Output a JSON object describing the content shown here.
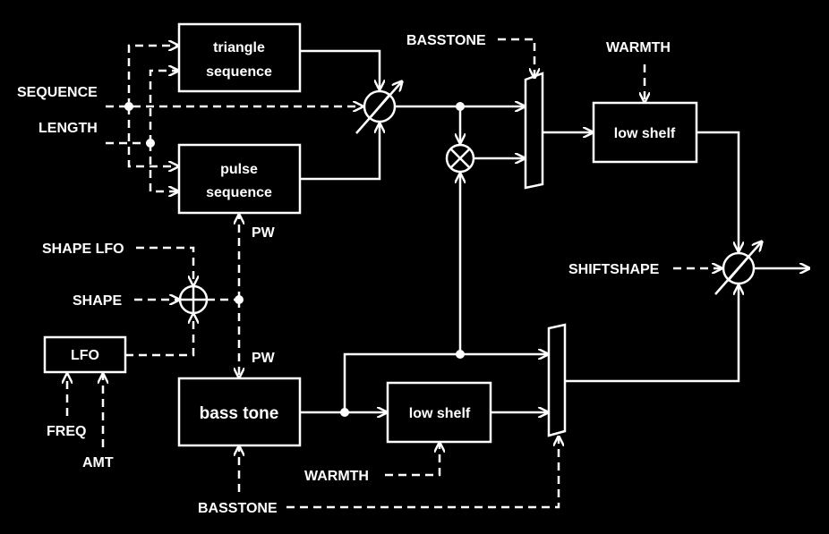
{
  "blocks": {
    "triangle_line1": "triangle",
    "triangle_line2": "sequence",
    "pulse_line1": "pulse",
    "pulse_line2": "sequence",
    "lfo": "LFO",
    "bass_tone": "bass tone",
    "low_shelf_top": "low shelf",
    "low_shelf_bottom": "low shelf"
  },
  "inputs": {
    "sequence": "SEQUENCE",
    "length": "LENGTH",
    "shape_lfo": "SHAPE LFO",
    "shape": "SHAPE",
    "freq": "FREQ",
    "amt": "AMT",
    "basstone_top": "BASSTONE",
    "basstone_bottom": "BASSTONE",
    "warmth_top": "WARMTH",
    "warmth_bottom": "WARMTH",
    "shiftshape": "SHIFTSHAPE"
  },
  "signals": {
    "pw_upper": "PW",
    "pw_lower": "PW"
  },
  "colors": {
    "background": "#000000",
    "foreground": "#ffffff"
  }
}
